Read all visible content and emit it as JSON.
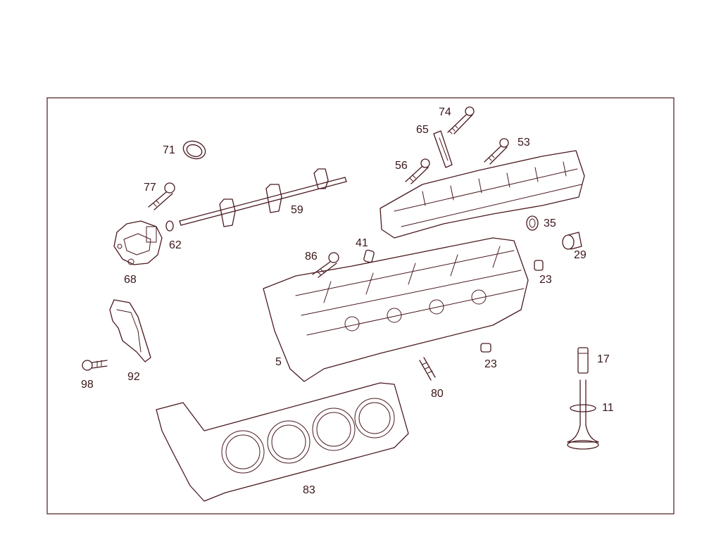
{
  "diagram": {
    "line_color": "#4a1a1f",
    "text_color": "#3a1518",
    "background": "#ffffff",
    "callouts": {
      "p74": "74",
      "p65": "65",
      "p53": "53",
      "p71": "71",
      "p56": "56",
      "p77": "77",
      "p59": "59",
      "p62": "62",
      "p35": "35",
      "p29": "29",
      "p41": "41",
      "p86": "86",
      "p68": "68",
      "p23a": "23",
      "p5": "5",
      "p23b": "23",
      "p17": "17",
      "p98": "98",
      "p92": "92",
      "p80": "80",
      "p11": "11",
      "p83": "83"
    }
  }
}
